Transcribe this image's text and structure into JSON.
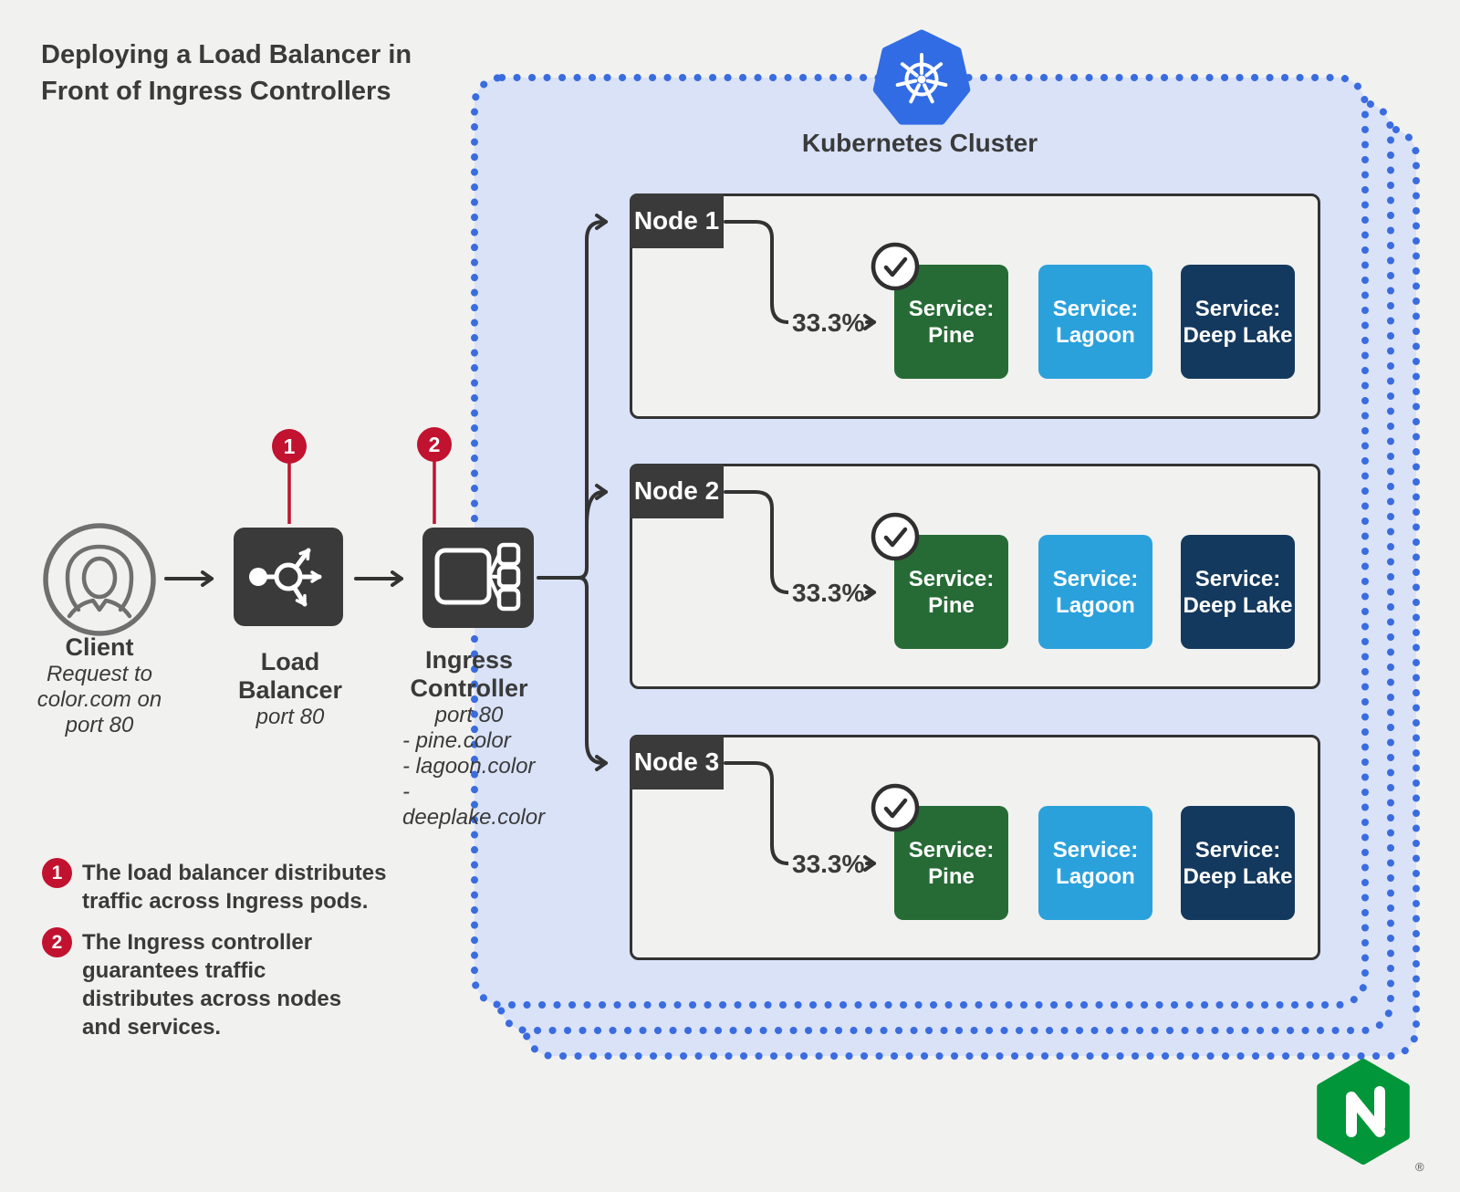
{
  "title": {
    "line1": "Deploying a Load Balancer in",
    "line2": "Front of Ingress Controllers"
  },
  "kubernetes": {
    "label": "Kubernetes Cluster"
  },
  "client": {
    "label": "Client",
    "request_line1": "Request to",
    "request_line2": "color.com on",
    "request_line3": "port 80"
  },
  "load_balancer": {
    "badge": "1",
    "label_line1": "Load",
    "label_line2": "Balancer",
    "port": "port 80"
  },
  "ingress_controller": {
    "badge": "2",
    "label_line1": "Ingress",
    "label_line2": "Controller",
    "port": "port 80",
    "routes": [
      "- pine.color",
      "- lagoon.color",
      "- deeplake.color"
    ]
  },
  "nodes": [
    {
      "name": "Node 1",
      "traffic": "33.3%",
      "services": [
        {
          "line1": "Service:",
          "line2": "Pine"
        },
        {
          "line1": "Service:",
          "line2": "Lagoon"
        },
        {
          "line1": "Service:",
          "line2": "Deep Lake"
        }
      ]
    },
    {
      "name": "Node 2",
      "traffic": "33.3%",
      "services": [
        {
          "line1": "Service:",
          "line2": "Pine"
        },
        {
          "line1": "Service:",
          "line2": "Lagoon"
        },
        {
          "line1": "Service:",
          "line2": "Deep Lake"
        }
      ]
    },
    {
      "name": "Node 3",
      "traffic": "33.3%",
      "services": [
        {
          "line1": "Service:",
          "line2": "Pine"
        },
        {
          "line1": "Service:",
          "line2": "Lagoon"
        },
        {
          "line1": "Service:",
          "line2": "Deep Lake"
        }
      ]
    }
  ],
  "footnotes": [
    {
      "badge": "1",
      "text": "The load balancer distributes traffic across Ingress pods."
    },
    {
      "badge": "2",
      "text": "The Ingress controller guarantees traffic distributes across nodes and services."
    }
  ],
  "nginx_logo": {
    "letter": "N",
    "registered": "®"
  },
  "colors": {
    "pine": "#266b35",
    "lagoon": "#2ba1dc",
    "deep_lake": "#14395e",
    "badge_red": "#c1122f",
    "kubernetes_blue": "#326ce5",
    "nginx_green": "#009639",
    "cluster_fill": "#d9e2f7",
    "cluster_dot": "#3a6ce0",
    "dark_box": "#3a3a3a",
    "background": "#f1f1ef"
  }
}
